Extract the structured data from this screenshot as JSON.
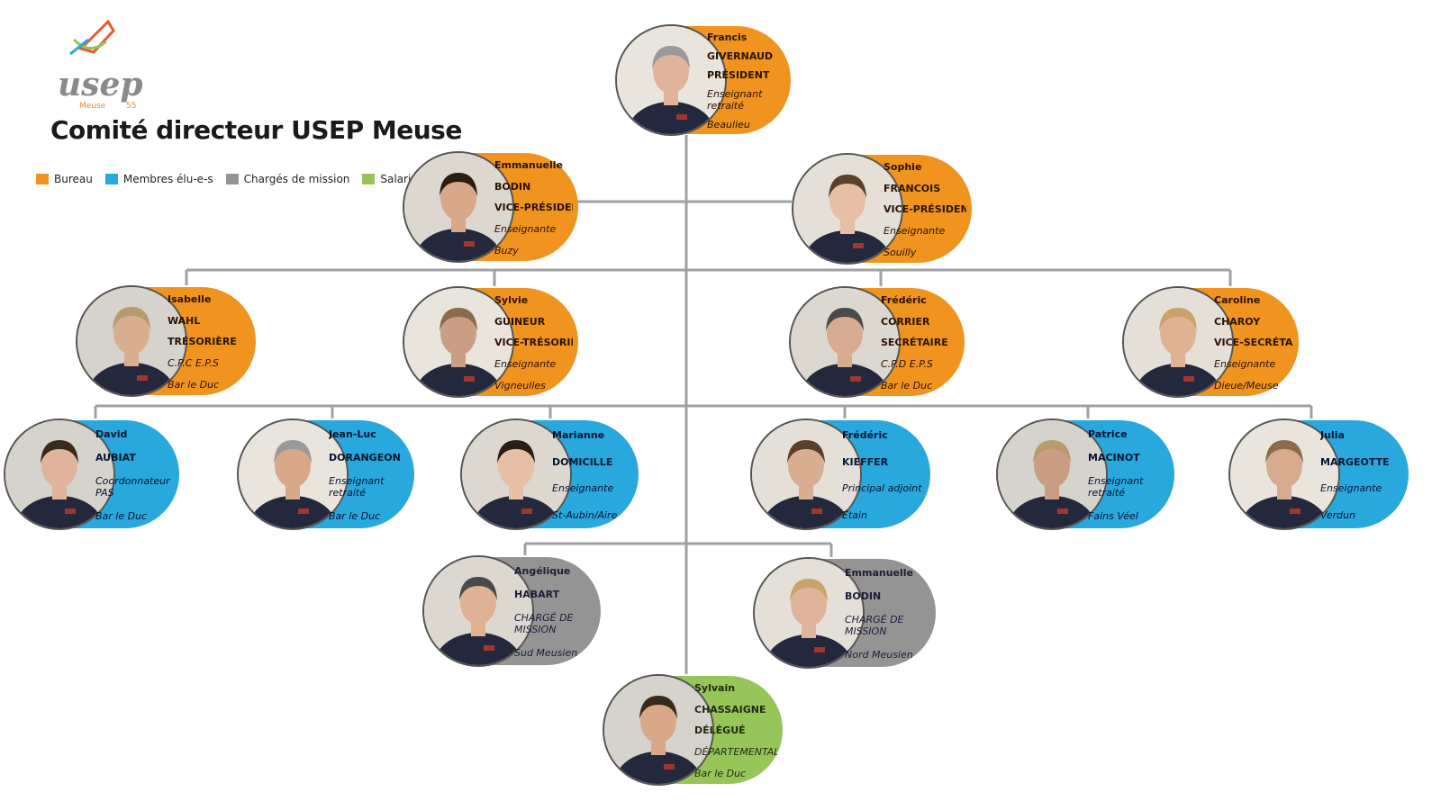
{
  "title": "Comité directeur USEP Meuse",
  "logo": {
    "text": "usep",
    "subtext": "Meuse",
    "number": "55"
  },
  "colors": {
    "bureau": "#f0941f",
    "membres": "#28a8dd",
    "charges": "#949494",
    "salarie": "#97c55a",
    "lines": "#a0a0a0"
  },
  "legend": [
    {
      "label": "Bureau",
      "color": "#f0941f"
    },
    {
      "label": "Membres élu-e-s",
      "color": "#28a8dd"
    },
    {
      "label": "Chargés de mission",
      "color": "#949494"
    },
    {
      "label": "Salarié",
      "color": "#97c55a"
    }
  ],
  "members": [
    {
      "firstname": "Francis",
      "lastname": "GIVERNAUD",
      "role": "PRÉSIDENT",
      "job": "Enseignant retraité",
      "location": "Beaulieu",
      "group": "bureau"
    },
    {
      "firstname": "Emmanuelle",
      "lastname": "BODIN",
      "role": "VICE-PRÉSIDENTE",
      "job": "Enseignante",
      "location": "Buzy",
      "group": "bureau"
    },
    {
      "firstname": "Sophie",
      "lastname": "FRANCOIS",
      "role": "VICE-PRÉSIDENTE",
      "job": "Enseignante",
      "location": "Souilly",
      "group": "bureau"
    },
    {
      "firstname": "Isabelle",
      "lastname": "WAHL",
      "role": "TRÉSORIÈRE",
      "job": "C.P.C E.P.S",
      "location": "Bar le Duc",
      "group": "bureau"
    },
    {
      "firstname": "Sylvie",
      "lastname": "GUINEUR",
      "role": "VICE-TRÉSORIÈRE",
      "job": "Enseignante",
      "location": "Vigneulles",
      "group": "bureau"
    },
    {
      "firstname": "Frédéric",
      "lastname": "CORRIER",
      "role": "SECRÉTAIRE",
      "job": "C.P.D E.P.S",
      "location": "Bar le Duc",
      "group": "bureau"
    },
    {
      "firstname": "Caroline",
      "lastname": "CHAROY",
      "role": "VICE-SECRÉTAIRE",
      "job": "Enseignante",
      "location": "Dieue/Meuse",
      "group": "bureau"
    },
    {
      "firstname": "David",
      "lastname": "AUBIAT",
      "role": "",
      "job": "Coordonnateur PAS",
      "location": "Bar le Duc",
      "group": "membres"
    },
    {
      "firstname": "Jean-Luc",
      "lastname": "DORANGEON",
      "role": "",
      "job": "Enseignant retraité",
      "location": "Bar le Duc",
      "group": "membres"
    },
    {
      "firstname": "Marianne",
      "lastname": "DOMICILLE",
      "role": "",
      "job": "Enseignante",
      "location": "St-Aubin/Aire",
      "group": "membres"
    },
    {
      "firstname": "Frédéric",
      "lastname": "KIEFFER",
      "role": "",
      "job": "Principal adjoint",
      "location": "Étain",
      "group": "membres"
    },
    {
      "firstname": "Patrice",
      "lastname": "MACINOT",
      "role": "",
      "job": "Enseignant retraité",
      "location": "Fains Véel",
      "group": "membres"
    },
    {
      "firstname": "Julia",
      "lastname": "MARGEOTTE",
      "role": "",
      "job": "Enseignante",
      "location": "Verdun",
      "group": "membres"
    },
    {
      "firstname": "Angélique",
      "lastname": "HABART",
      "role": "",
      "job": "CHARGÉ DE MISSION",
      "location": "Sud Meusien",
      "group": "charges"
    },
    {
      "firstname": "Emmanuelle",
      "lastname": "BODIN",
      "role": "",
      "job": "CHARGÉ DE MISSION",
      "location": "Nord Meusien",
      "group": "charges"
    },
    {
      "firstname": "Sylvain",
      "lastname": "CHASSAIGNE",
      "role": "DÉLÉGUÉ",
      "job": "DÉPARTEMENTAL",
      "location": "Bar le Duc",
      "group": "salarie"
    }
  ]
}
